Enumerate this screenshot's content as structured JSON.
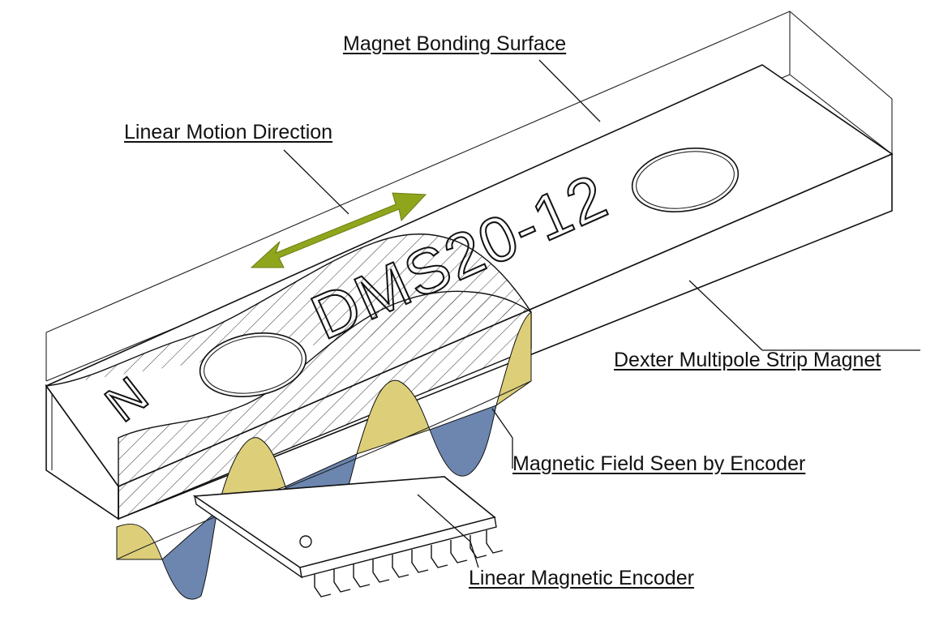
{
  "labels": {
    "magnet_bonding_surface": "Magnet Bonding Surface",
    "linear_motion_direction": "Linear Motion Direction",
    "strip_magnet": "Dexter Multipole Strip Magnet",
    "magnetic_field": "Magnetic Field Seen by Encoder",
    "encoder": "Linear Magnetic Encoder"
  },
  "engraving": {
    "part_number": "DMS20-12",
    "pole": "N"
  },
  "colors": {
    "arrow": "#8fa51c",
    "field_north": "#ddcf7a",
    "field_south": "#6c86b0",
    "line": "#111111"
  }
}
